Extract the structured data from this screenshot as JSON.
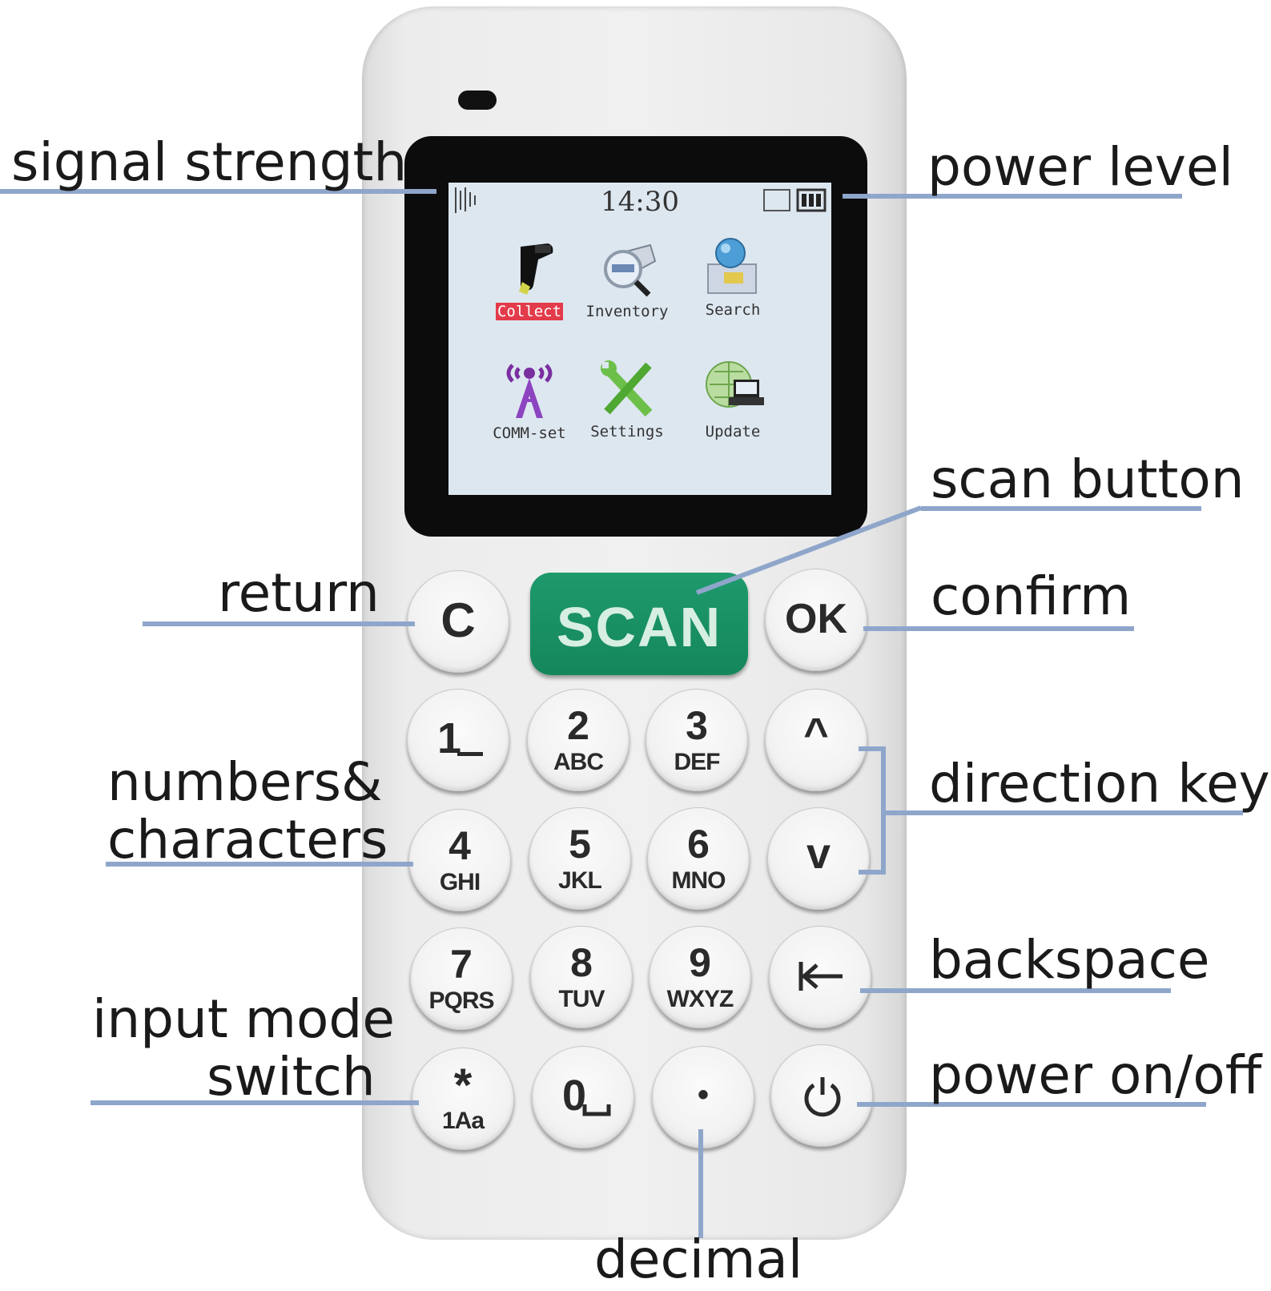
{
  "annotations": {
    "signal_strength": "signal strength",
    "power_level": "power level",
    "scan_button": "scan button",
    "return": "return",
    "confirm": "confirm",
    "numbers_line1": "numbers&",
    "numbers_line2": "characters",
    "direction_keys": "direction keys",
    "backspace": "backspace",
    "input_mode_line1": "input mode",
    "input_mode_line2": "switch",
    "power_on_off": "power on/off",
    "decimal": "decimal"
  },
  "screen": {
    "clock": "14:30",
    "apps": [
      {
        "label": "Collect",
        "icon": "barcode-scanner-icon",
        "selected": true
      },
      {
        "label": "Inventory",
        "icon": "magnifier-tag-icon",
        "selected": false
      },
      {
        "label": "Search",
        "icon": "globe-search-icon",
        "selected": false
      },
      {
        "label": "COMM-set",
        "icon": "antenna-tower-icon",
        "selected": false
      },
      {
        "label": "Settings",
        "icon": "wrench-screwdriver-icon",
        "selected": false
      },
      {
        "label": "Update",
        "icon": "globe-laptop-icon",
        "selected": false
      }
    ]
  },
  "keys": {
    "c": "C",
    "scan": "SCAN",
    "ok": "OK",
    "k1": {
      "digit": "1",
      "letters": ""
    },
    "k2": {
      "digit": "2",
      "letters": "ABC"
    },
    "k3": {
      "digit": "3",
      "letters": "DEF"
    },
    "up": "^",
    "k4": {
      "digit": "4",
      "letters": "GHI"
    },
    "k5": {
      "digit": "5",
      "letters": "JKL"
    },
    "k6": {
      "digit": "6",
      "letters": "MNO"
    },
    "down": "v",
    "k7": {
      "digit": "7",
      "letters": "PQRS"
    },
    "k8": {
      "digit": "8",
      "letters": "TUV"
    },
    "k9": {
      "digit": "9",
      "letters": "WXYZ"
    },
    "star": {
      "digit": "*",
      "letters": "1Aa"
    },
    "k0": {
      "digit": "0",
      "letters": ""
    },
    "dot": "•"
  },
  "icons": {
    "backspace": "backspace-arrow-icon",
    "power": "power-icon"
  },
  "colors": {
    "scan_button": "#14875b",
    "leader_lines": "#8fa6cb",
    "selected_label": "#e33b4a"
  }
}
